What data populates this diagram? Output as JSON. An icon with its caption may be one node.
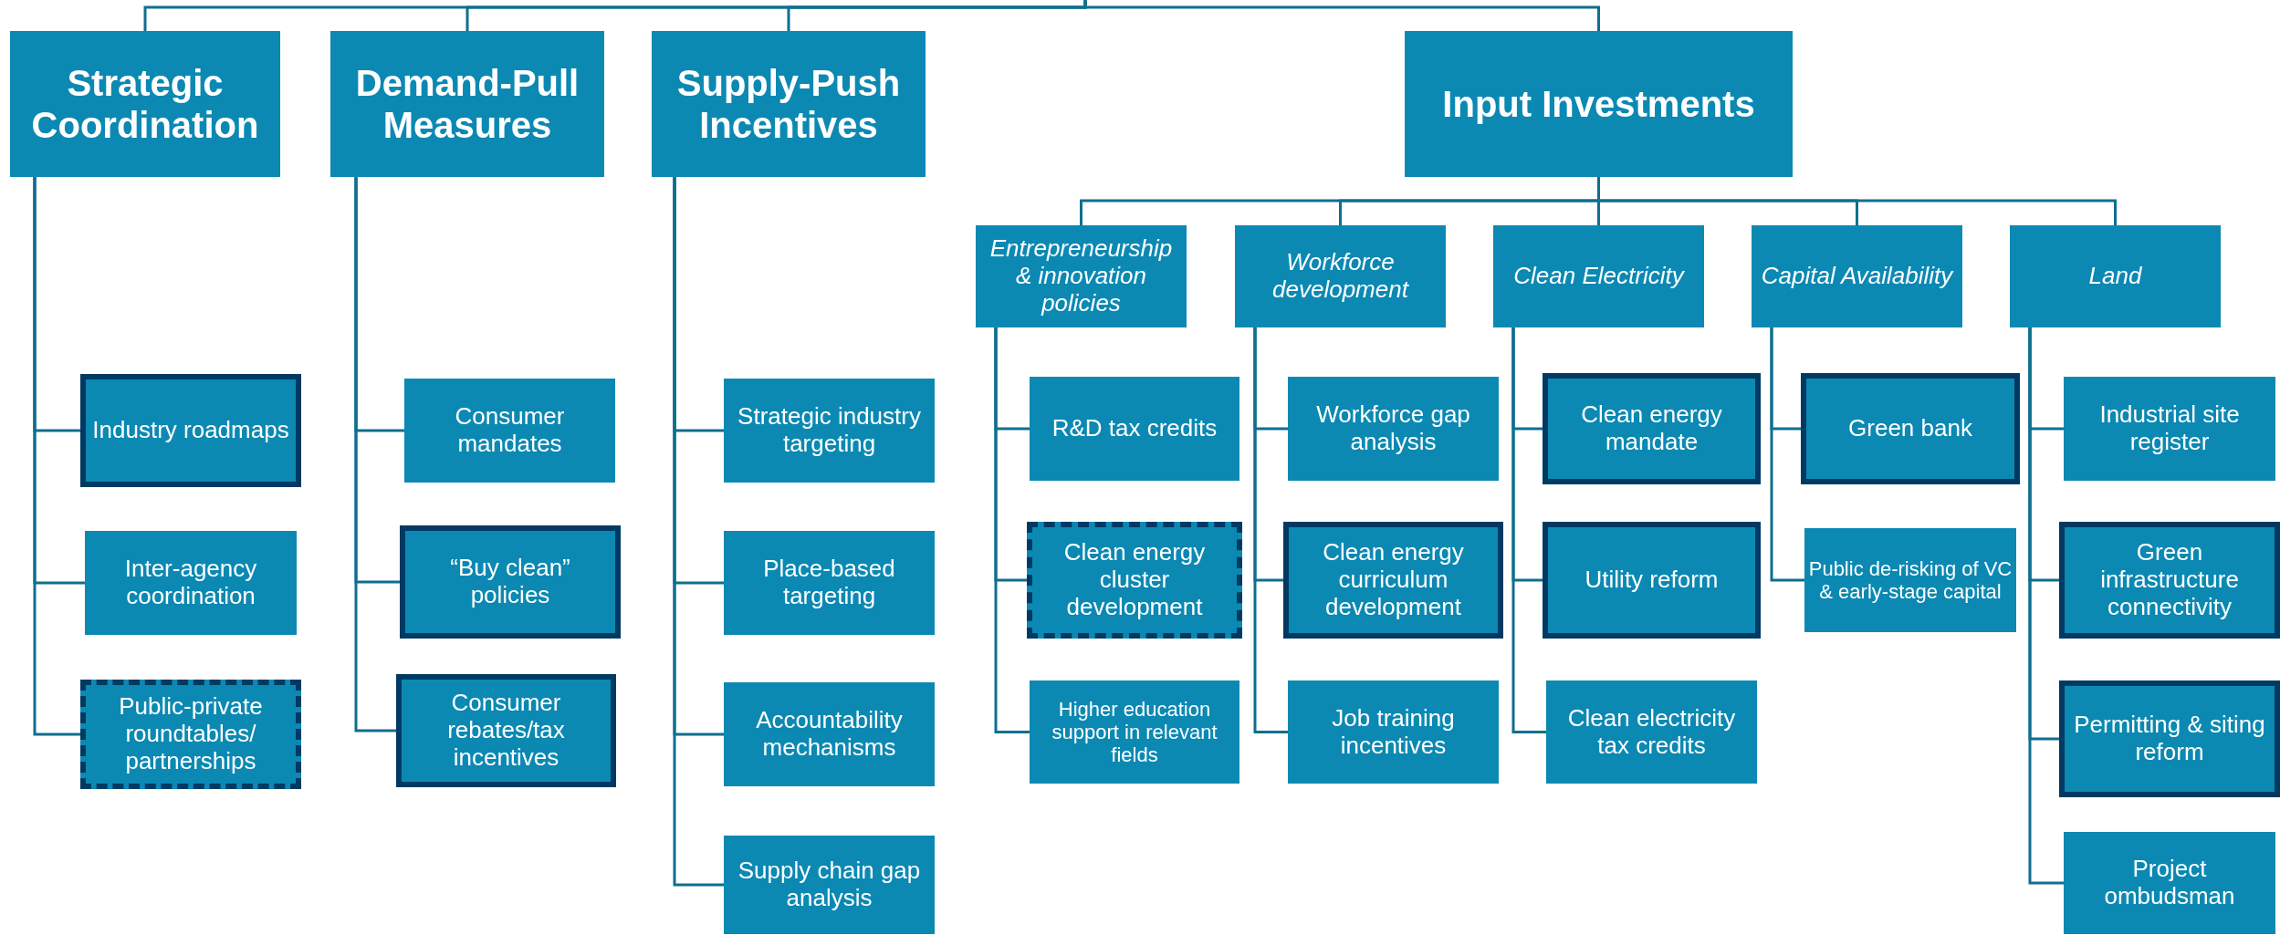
{
  "diagram": {
    "nodes": [
      {
        "text": [
          "Strategic Coordination"
        ]
      },
      {
        "text": [
          "Demand-Pull Measures"
        ]
      },
      {
        "text": [
          "Supply-Push Incentives"
        ]
      },
      {
        "text": [
          "Input Investments"
        ]
      },
      {
        "text": [
          "Entrepreneurship & innovation policies"
        ]
      },
      {
        "text": [
          "Workforce development"
        ]
      },
      {
        "text": [
          "Clean Electricity"
        ]
      },
      {
        "text": [
          "Capital Availability"
        ]
      },
      {
        "text": [
          "Land"
        ]
      },
      {
        "text": [
          "Industry roadmaps"
        ]
      },
      {
        "text": [
          "Inter-agency coordination"
        ]
      },
      {
        "text": [
          "Public-private roundtables/ partnerships"
        ]
      },
      {
        "text": [
          "Consumer mandates"
        ]
      },
      {
        "text": [
          "“Buy clean” policies"
        ]
      },
      {
        "text": [
          "Consumer rebates/tax incentives"
        ]
      },
      {
        "text": [
          "Strategic industry targeting"
        ]
      },
      {
        "text": [
          "Place-based targeting"
        ]
      },
      {
        "text": [
          "Accountability mechanisms"
        ]
      },
      {
        "text": [
          "Supply chain gap analysis"
        ]
      },
      {
        "text": [
          "R&D tax credits"
        ]
      },
      {
        "text": [
          "Clean energy cluster development"
        ]
      },
      {
        "text": [
          "Higher education support in relevant fields"
        ]
      },
      {
        "text": [
          "Workforce gap analysis"
        ]
      },
      {
        "text": [
          "Clean energy curriculum development"
        ]
      },
      {
        "text": [
          "Job training incentives"
        ]
      },
      {
        "text": [
          "Clean energy mandate"
        ]
      },
      {
        "text": [
          "Utility reform"
        ]
      },
      {
        "text": [
          "Clean electricity tax credits"
        ]
      },
      {
        "text": [
          "Green bank"
        ]
      },
      {
        "text": [
          "Public de-risking of VC & early-stage capital"
        ]
      },
      {
        "text": [
          "Industrial site register"
        ]
      },
      {
        "text": [
          "Green infrastructure connectivity"
        ]
      },
      {
        "text": [
          "Permitting & siting reform"
        ]
      },
      {
        "text": [
          "Project ombudsman"
        ]
      }
    ],
    "edges": [
      {
        "from": null,
        "to": 0,
        "arrow": "none"
      },
      {
        "from": null,
        "to": 1,
        "arrow": "none"
      },
      {
        "from": null,
        "to": 2,
        "arrow": "none"
      },
      {
        "from": null,
        "to": 3,
        "arrow": "none"
      },
      {
        "from": 3,
        "to": 4,
        "arrow": "none"
      },
      {
        "from": 3,
        "to": 5,
        "arrow": "none"
      },
      {
        "from": 3,
        "to": 6,
        "arrow": "none"
      },
      {
        "from": 3,
        "to": 7,
        "arrow": "none"
      },
      {
        "from": 3,
        "to": 8,
        "arrow": "none"
      },
      {
        "from": 0,
        "to": 9,
        "arrow": "none"
      },
      {
        "from": 0,
        "to": 10,
        "arrow": "none"
      },
      {
        "from": 0,
        "to": 11,
        "arrow": "none"
      },
      {
        "from": 1,
        "to": 12,
        "arrow": "none"
      },
      {
        "from": 1,
        "to": 13,
        "arrow": "none"
      },
      {
        "from": 1,
        "to": 14,
        "arrow": "none"
      },
      {
        "from": 2,
        "to": 15,
        "arrow": "none"
      },
      {
        "from": 2,
        "to": 16,
        "arrow": "none"
      },
      {
        "from": 2,
        "to": 17,
        "arrow": "none"
      },
      {
        "from": 2,
        "to": 18,
        "arrow": "none"
      },
      {
        "from": 4,
        "to": 19,
        "arrow": "none"
      },
      {
        "from": 4,
        "to": 20,
        "arrow": "none"
      },
      {
        "from": 4,
        "to": 21,
        "arrow": "none"
      },
      {
        "from": 5,
        "to": 22,
        "arrow": "none"
      },
      {
        "from": 5,
        "to": 23,
        "arrow": "none"
      },
      {
        "from": 5,
        "to": 24,
        "arrow": "none"
      },
      {
        "from": 6,
        "to": 25,
        "arrow": "none"
      },
      {
        "from": 6,
        "to": 26,
        "arrow": "none"
      },
      {
        "from": 6,
        "to": 27,
        "arrow": "none"
      },
      {
        "from": 7,
        "to": 28,
        "arrow": "none"
      },
      {
        "from": 7,
        "to": 29,
        "arrow": "none"
      },
      {
        "from": 8,
        "to": 30,
        "arrow": "none"
      },
      {
        "from": 8,
        "to": 31,
        "arrow": "none"
      },
      {
        "from": 8,
        "to": 32,
        "arrow": "none"
      },
      {
        "from": 8,
        "to": 33,
        "arrow": "none"
      }
    ]
  }
}
